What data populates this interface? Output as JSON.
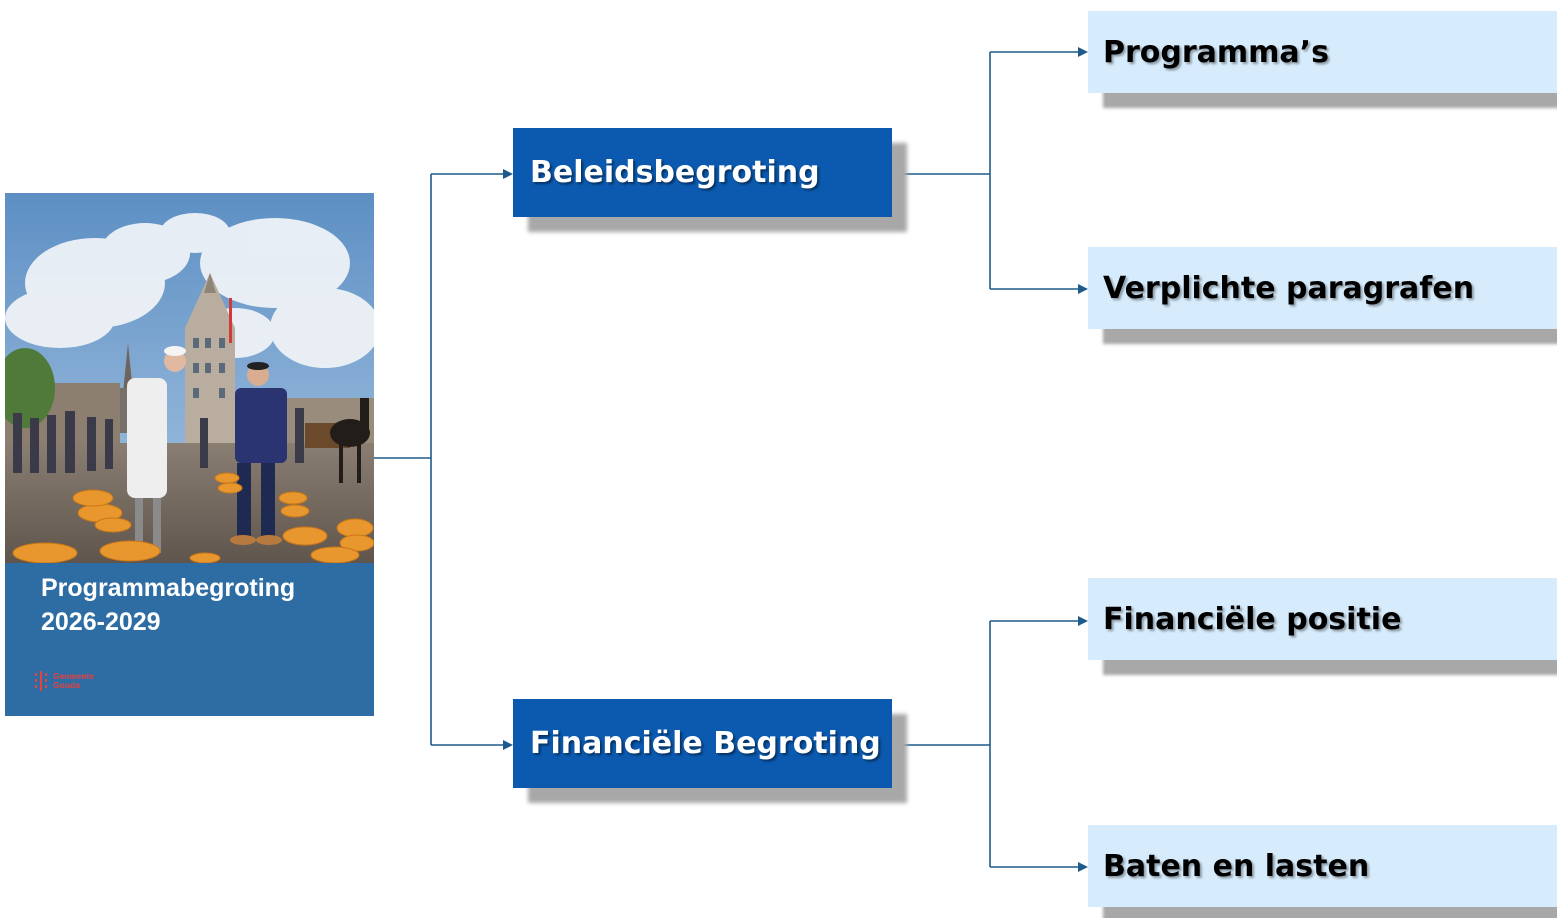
{
  "cover": {
    "title_line1": "Programmabegroting",
    "title_line2": "2026-2029",
    "logo_line1": "Gemeente",
    "logo_line2": "Gouda"
  },
  "nodes": {
    "beleidsbegroting": "Beleidsbegroting",
    "financiele_begroting": "Financiële Begroting",
    "programmas": "Programma’s",
    "verplichte_paragrafen": "Verplichte paragrafen",
    "financiele_positie": "Financiële positie",
    "baten_en_lasten": "Baten en lasten"
  },
  "colors": {
    "mid_box": "#0b5ab0",
    "leaf_box": "#d6ebfb",
    "cover": "#2e6da4",
    "connector": "#1f5a8c",
    "logo": "#e8403c"
  }
}
